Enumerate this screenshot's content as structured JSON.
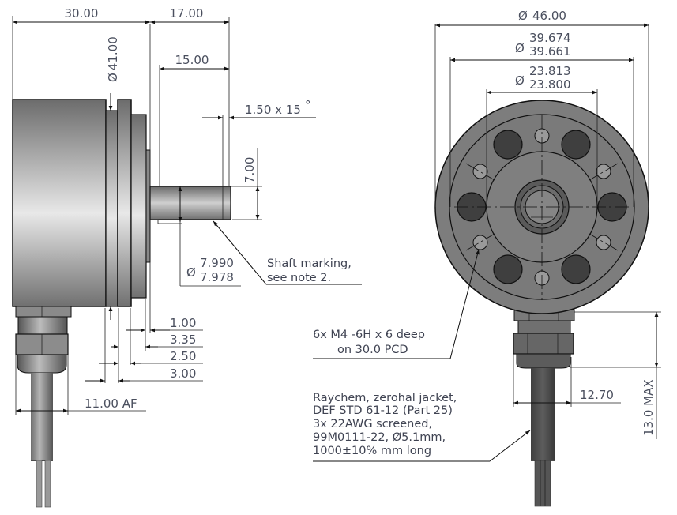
{
  "drawing": {
    "side_view": {
      "overall_length": "30.00",
      "shaft_extension": "17.00",
      "shaft_length": "15.00",
      "chamfer": "1.50 x 15",
      "chamfer_unit": "°",
      "body_diameter_symbol": "Ø",
      "body_diameter": "41.00",
      "flat_height": "7.00",
      "shaft_diameter_symbol": "Ø",
      "shaft_diameter_max": "7.990",
      "shaft_diameter_min": "7.978",
      "shaft_note_line1": "Shaft marking,",
      "shaft_note_line2": "see note 2.",
      "flange_dims": [
        "1.00",
        "3.35",
        "2.50",
        "3.00"
      ],
      "gland_af": "11.00 AF"
    },
    "front_view": {
      "diameter_symbol": "Ø",
      "outer_diameter": "46.00",
      "spigot_diameter_max": "39.674",
      "spigot_diameter_min": "39.661",
      "hub_diameter_max": "23.813",
      "hub_diameter_min": "23.800",
      "tapped_holes_line1": "6x M4 -6H x 6 deep",
      "tapped_holes_line2": "on 30.0 PCD",
      "cable_note": [
        "Raychem, zerohal jacket,",
        "DEF STD 61-12 (Part 25)",
        "3x 22AWG screened,",
        "99M0111-22, Ø5.1mm,",
        "1000±10% mm long"
      ],
      "gland_width": "12.70",
      "gland_height": "13.0 MAX"
    },
    "colors": {
      "line": "#111111",
      "text": "#4a4f5e",
      "body_dark": "#5f5f5f",
      "body_light": "#e6e6e6",
      "front_face": "#7a7a7a",
      "holes": "#3e3e3e"
    }
  }
}
